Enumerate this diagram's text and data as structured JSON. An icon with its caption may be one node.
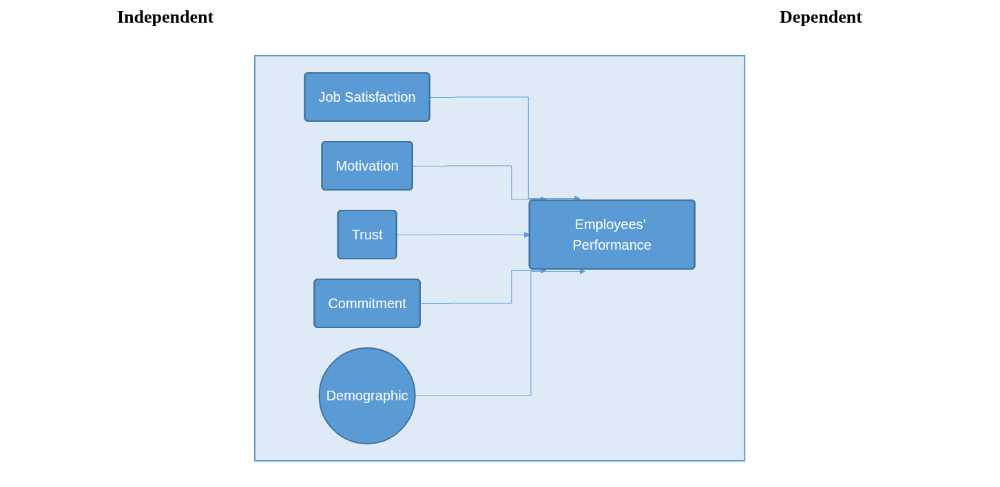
{
  "diagram": {
    "nodes": [
      {
        "text": [],
        "shape": "box"
      },
      {
        "text": [
          "Job Satisfaction"
        ],
        "in": 0
      },
      {
        "text": [
          "Motivation"
        ],
        "in": 0
      },
      {
        "text": [
          "Trust"
        ],
        "in": 0
      },
      {
        "text": [
          "Commitment"
        ],
        "in": 0
      },
      {
        "text": [
          "Demographic"
        ],
        "in": 0
      },
      {
        "text": [
          "Employees’ Performance"
        ],
        "in": 0
      }
    ],
    "edges": [
      {
        "from": 1,
        "to": 6,
        "arrow": "to"
      },
      {
        "from": 2,
        "to": 6,
        "arrow": "to"
      },
      {
        "from": 3,
        "to": 6,
        "arrow": "to"
      },
      {
        "from": 4,
        "to": 6,
        "arrow": "to"
      },
      {
        "from": 5,
        "to": 6,
        "arrow": "to"
      }
    ],
    "labels": [
      "Independent",
      "Dependent"
    ]
  }
}
